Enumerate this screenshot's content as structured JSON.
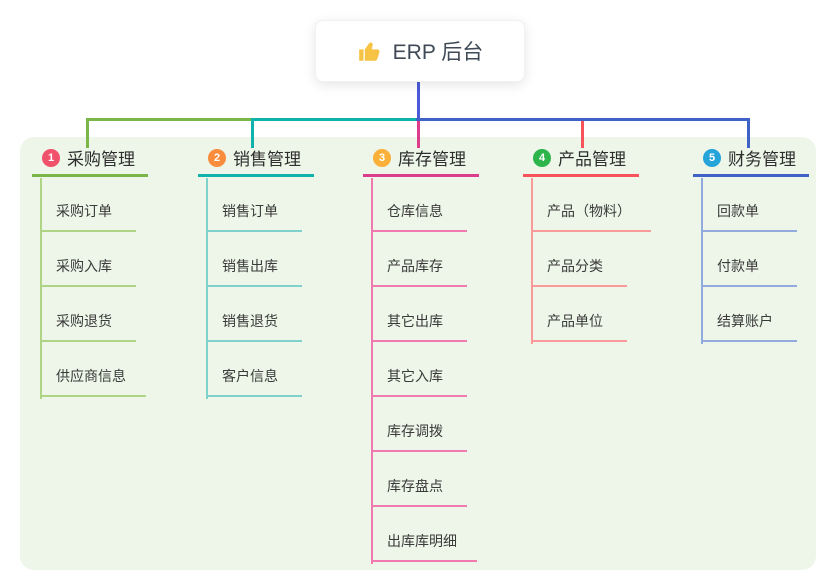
{
  "root": {
    "label": "ERP 后台",
    "icon": "thumbs-up",
    "icon_color": "#f6c344",
    "line_color": "#4b5bd8"
  },
  "panel_color": "#edf6e8",
  "branches": [
    {
      "badge": "1",
      "label": "采购管理",
      "badge_color": "#f0516b",
      "line_color": "#7ab648",
      "child_line_color": "#aed584",
      "children": [
        "采购订单",
        "采购入库",
        "采购退货",
        "供应商信息"
      ]
    },
    {
      "badge": "2",
      "label": "销售管理",
      "badge_color": "#fa8c3e",
      "line_color": "#0fb3ab",
      "child_line_color": "#7fd2cb",
      "children": [
        "销售订单",
        "销售出库",
        "销售退货",
        "客户信息"
      ]
    },
    {
      "badge": "3",
      "label": "库存管理",
      "badge_color": "#fbb03a",
      "line_color": "#dc3e8d",
      "child_line_color": "#f07ab0",
      "children": [
        "仓库信息",
        "产品库存",
        "其它出库",
        "其它入库",
        "库存调拨",
        "库存盘点",
        "出库库明细"
      ]
    },
    {
      "badge": "4",
      "label": "产品管理",
      "badge_color": "#2db54b",
      "line_color": "#f8525b",
      "child_line_color": "#fa9a9b",
      "children": [
        "产品（物料）",
        "产品分类",
        "产品单位"
      ]
    },
    {
      "badge": "5",
      "label": "财务管理",
      "badge_color": "#25a4da",
      "line_color": "#3e62c8",
      "child_line_color": "#93aade",
      "children": [
        "回款单",
        "付款单",
        "结算账户"
      ]
    }
  ]
}
